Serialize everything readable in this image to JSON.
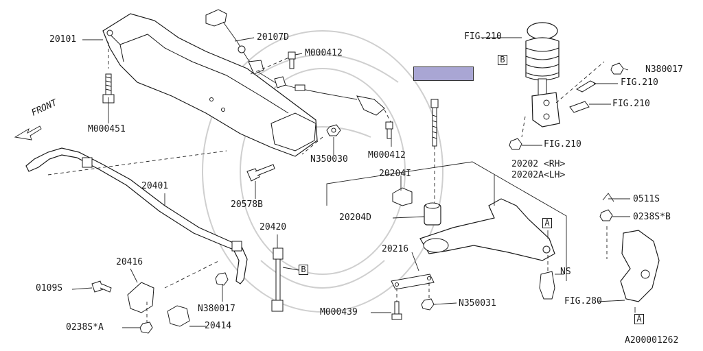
{
  "labels": {
    "p20101": "20101",
    "p20107d": "20107D",
    "m000412_top": "M000412",
    "m000451": "M000451",
    "front": "FRONT",
    "n350030": "N350030",
    "m000412_mid": "M000412",
    "p20204i": "20204I",
    "p20202": "20202 <RH>",
    "p20202a": "20202A<LH>",
    "p20401": "20401",
    "p20578b": "20578B",
    "p20204d": "20204D",
    "p20420": "20420",
    "p20216": "20216",
    "p20416": "20416",
    "s0109": "0109S",
    "n380017_low": "N380017",
    "s0238a": "0238S*A",
    "p20414": "20414",
    "m000439": "M000439",
    "n350031": "N350031",
    "fig210_top": "FIG.210",
    "n380017_top": "N380017",
    "fig210_r1": "FIG.210",
    "fig210_r2": "FIG.210",
    "fig210_low": "FIG.210",
    "s0511": "0511S",
    "s0238b": "0238S*B",
    "ns": "NS",
    "fig280": "FIG.280",
    "diagram_id": "A200001262"
  },
  "callouts": {
    "b_strut": "B",
    "b_link": "B",
    "a_arm": "A",
    "a_knuckle": "A"
  },
  "colors": {
    "highlight": "#a9a6d4",
    "ink": "#1a1a1a",
    "watermark": "#cfcfcf"
  }
}
